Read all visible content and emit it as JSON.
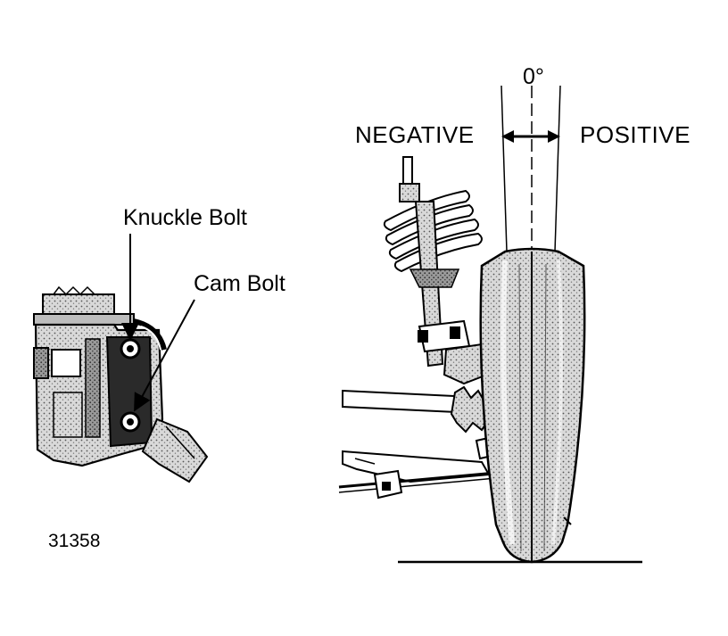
{
  "labels": {
    "camber_zero": "0°",
    "negative": "NEGATIVE",
    "positive": "POSITIVE",
    "knuckle_bolt": "Knuckle Bolt",
    "cam_bolt": "Cam Bolt",
    "figure_number": "31358"
  },
  "colors": {
    "ink": "#000000",
    "paper": "#ffffff",
    "shade": "#8a8a8a",
    "light_shade": "#c8c8c8"
  }
}
